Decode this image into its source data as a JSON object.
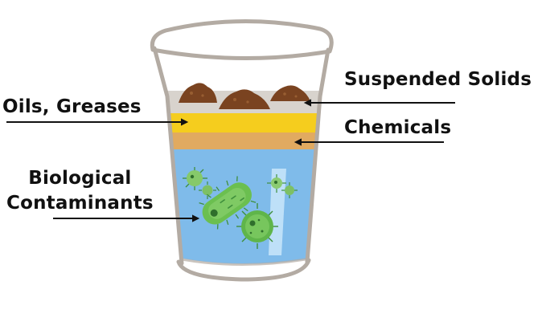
{
  "labels": {
    "suspended_solids": "Suspended Solids",
    "oils_greases": "Oils, Greases",
    "chemicals": "Chemicals",
    "biological_line1": "Biological",
    "biological_line2": "Contaminants"
  },
  "colors": {
    "glass_outline": "#b3aba3",
    "water": "#7fbbea",
    "solids_layer": "#d8d3cd",
    "dirt": "#7a4320",
    "oil_layer": "#f5cd1e",
    "chemical_layer": "#e1aa60",
    "bacteria_green": "#6bbf50",
    "leader_line": "#111111"
  }
}
